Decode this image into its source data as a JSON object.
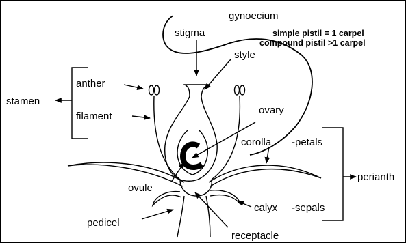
{
  "diagram": {
    "labels": {
      "gynoecium": "gynoecium",
      "simple_pistil": "simple pistil = 1 carpel",
      "compound_pistil": "compound pistil >1 carpel",
      "stigma": "stigma",
      "style": "style",
      "stamen": "stamen",
      "anther": "anther",
      "filament": "filament",
      "ovary": "ovary",
      "corolla": "corolla",
      "petals": "-petals",
      "perianth": "perianth",
      "ovule": "ovule",
      "calyx": "calyx",
      "sepals": "-sepals",
      "pedicel": "pedicel",
      "receptacle": "receptacle"
    }
  }
}
